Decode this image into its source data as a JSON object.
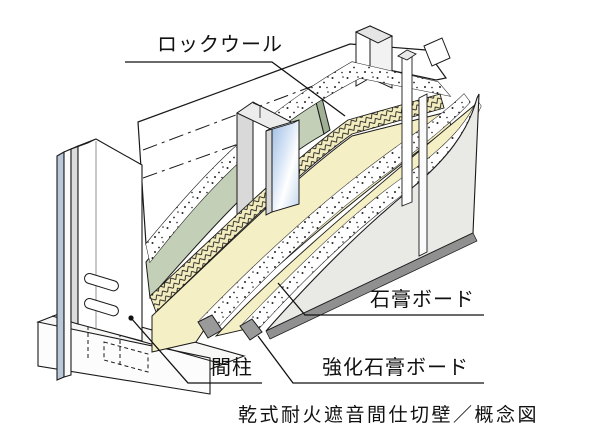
{
  "diagram": {
    "caption": "乾式耐火遮音間仕切壁／概念図",
    "labels": {
      "rockwool": "ロックウール",
      "gypsum_board": "石膏ボード",
      "reinforced_gypsum_board": "強化石膏ボード",
      "stud": "間柱"
    },
    "colors": {
      "rockwool_yellow": "#F5EFC5",
      "rockwool_hatch_bg": "#F2ECBF",
      "green_board": "#C3D0B7",
      "green_board_edge": "#9FB095",
      "gray_panel": "#E9E9E6",
      "panel_edge_dark": "#909090",
      "stud_gray": "#D9D9D9",
      "stud_light": "#ECECEC",
      "blue_strip": "#B9C7D9",
      "line": "#1a1a1a",
      "cap_gray": "#9A9A9A",
      "speckle": "#222222"
    }
  }
}
